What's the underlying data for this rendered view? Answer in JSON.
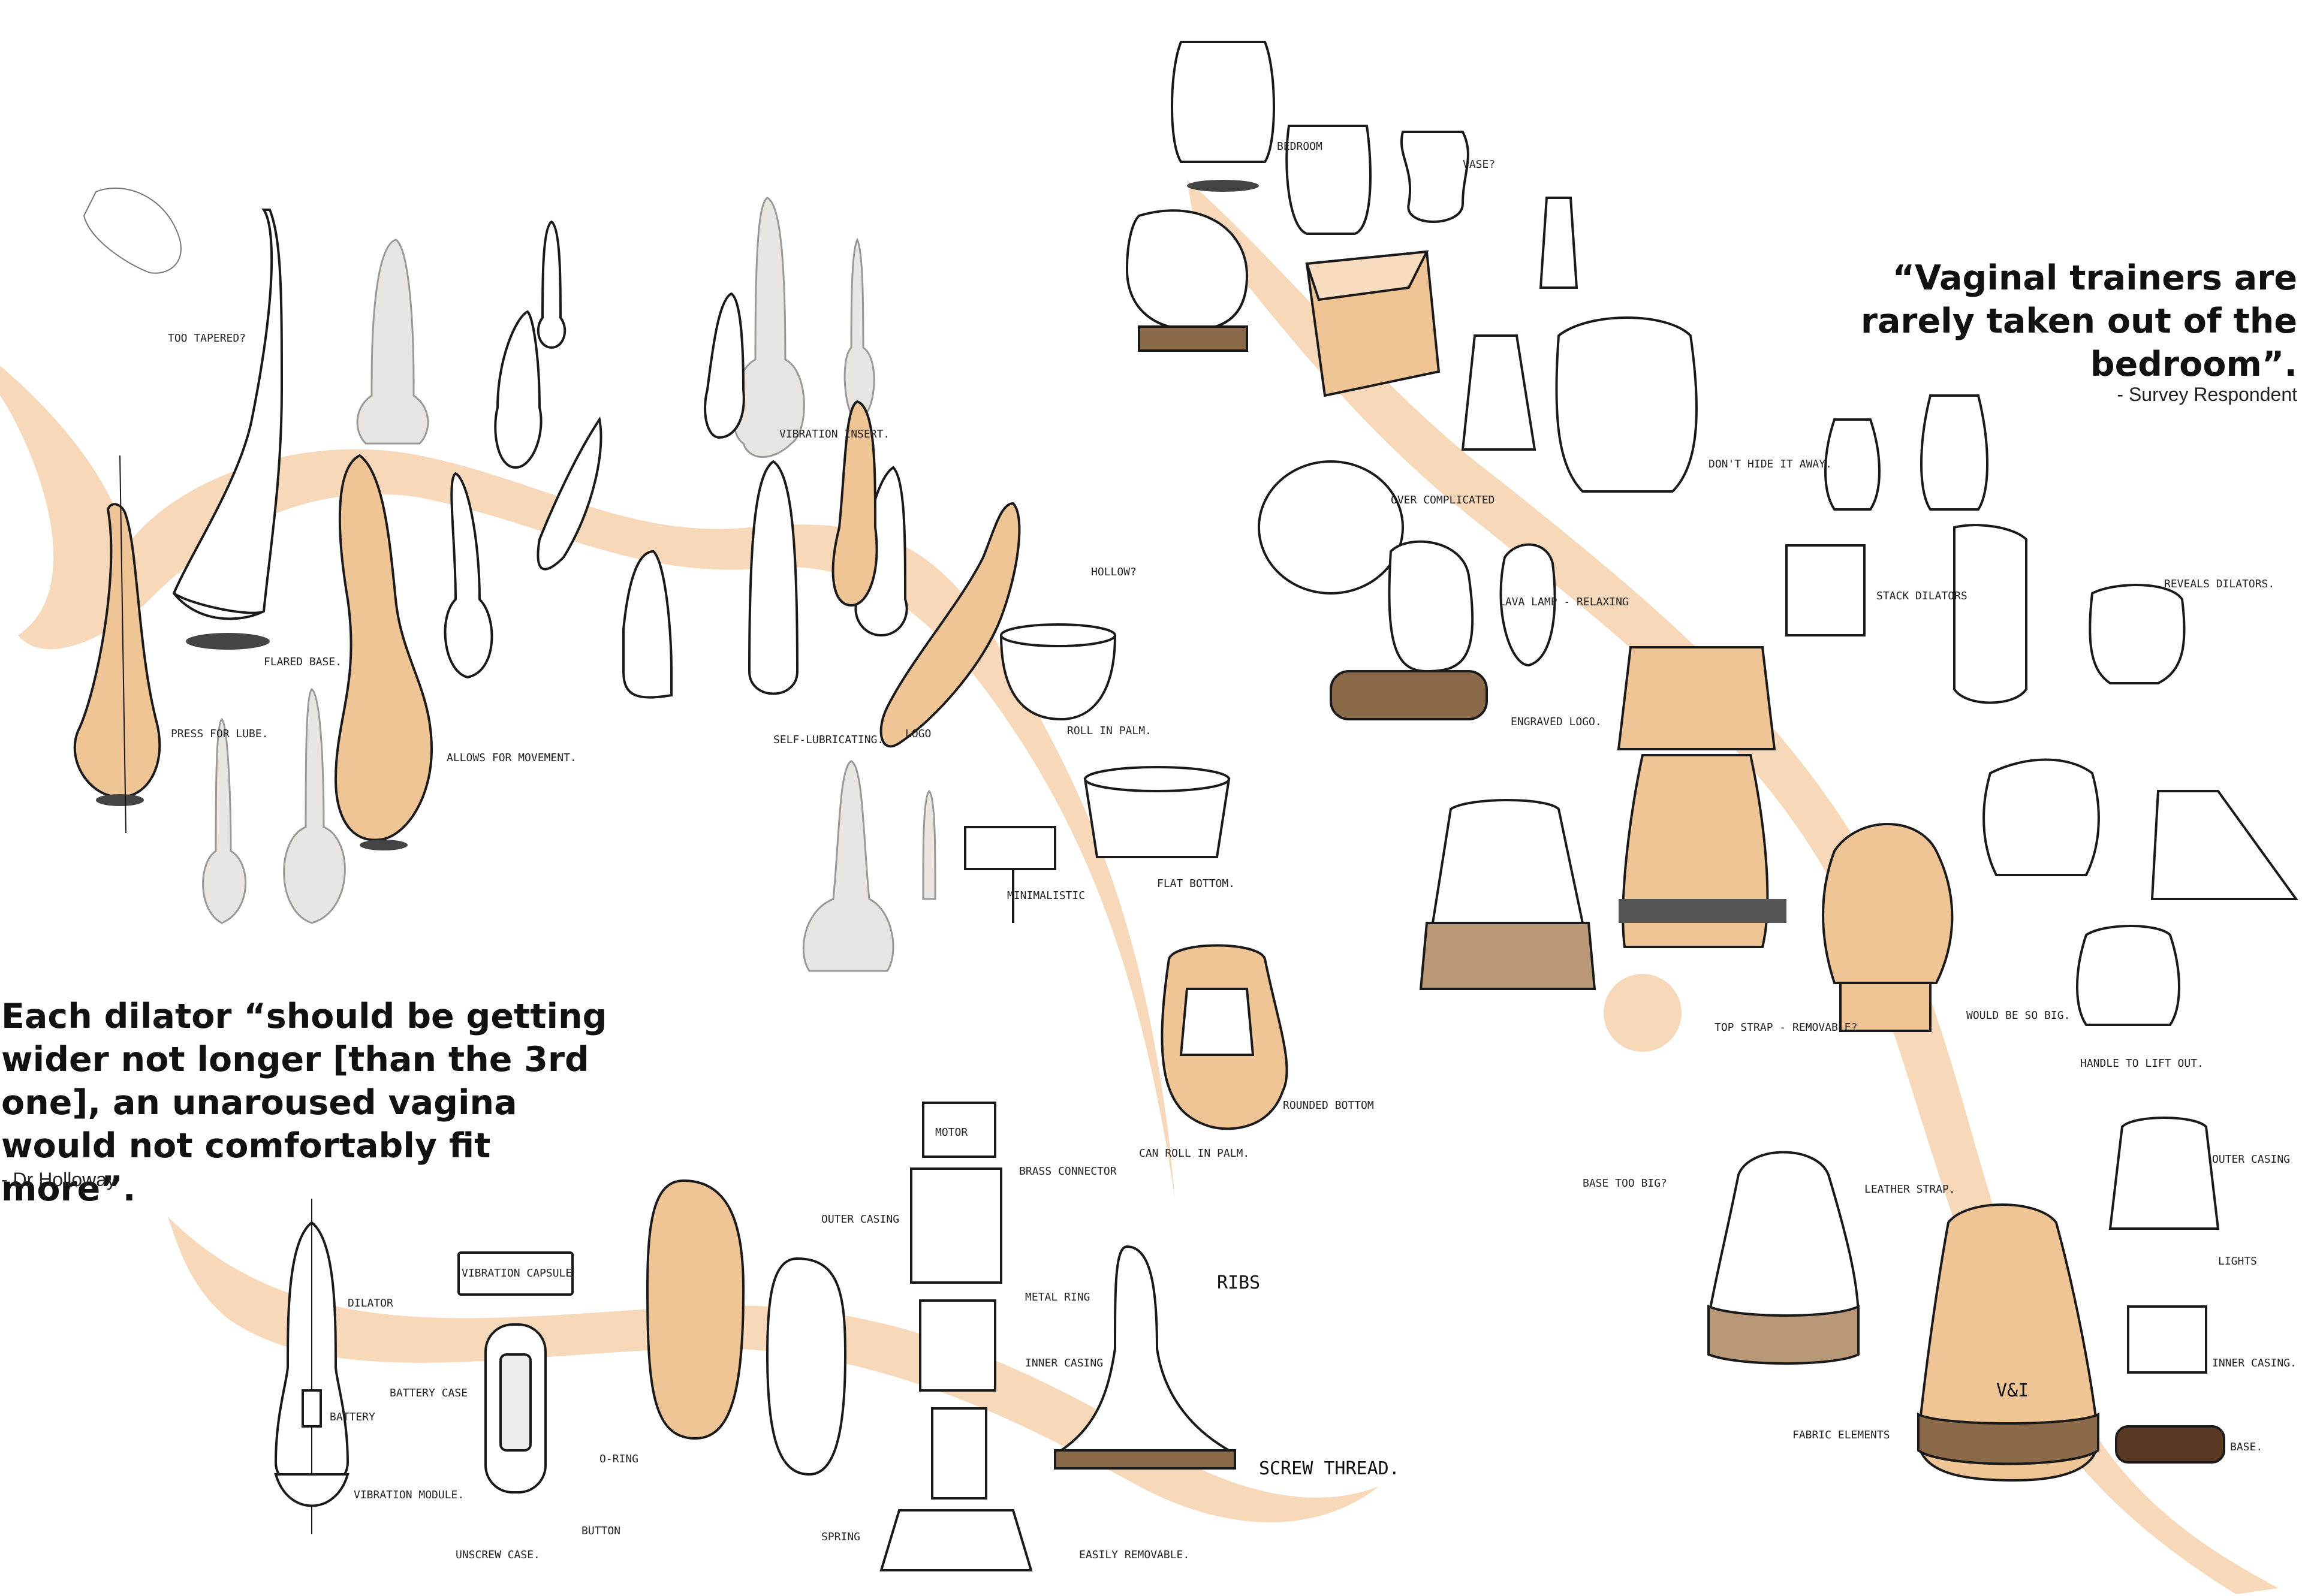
{
  "quotes": {
    "left": {
      "text": "Each dilator “should be getting wider not longer [than the 3rd one], an unaroused vagina would not comfortably fit more”.",
      "attribution": "- Dr Holloway"
    },
    "right": {
      "text": "“Vaginal trainers are rarely taken out of the bedroom”.",
      "attribution": "- Survey Respondent"
    }
  },
  "sketch_labels": {
    "too_tapered": "TOO TAPERED?",
    "flared_base": "FLARED BASE.",
    "press_for_lube": "PRESS FOR LUBE.",
    "allows_for_movement": "ALLOWS FOR MOVEMENT.",
    "vibration_insert": "VIBRATION INSERT.",
    "self_lubricating": "SELF-LUBRICATING.",
    "hollow": "HOLLOW?",
    "roll_in_palm": "ROLL IN PALM.",
    "minimalistic": "MINIMALISTIC",
    "flat_bottom": "FLAT BOTTOM.",
    "rounded_bottom": "ROUNDED BOTTOM",
    "can_roll_in_palm": "CAN ROLL IN PALM.",
    "logo": "LOGO",
    "dilator": "DILATOR",
    "battery": "BATTERY",
    "vibration_module": "VIBRATION MODULE.",
    "vibration_capsule": "VIBRATION CAPSULE",
    "battery_case": "BATTERY CASE",
    "o_ring": "O-RING",
    "button": "BUTTON",
    "unscrew_case": "UNSCREW CASE.",
    "motor": "MOTOR",
    "brass_connector": "BRASS CONNECTOR",
    "outer_casing": "OUTER CASING",
    "metal_ring": "METAL RING",
    "inner_casing": "INNER CASING",
    "spring": "SPRING",
    "ribs": "RIBS",
    "screw_thread": "SCREW THREAD.",
    "easily_removable": "EASILY REMOVABLE.",
    "bedroom": "BEDROOM",
    "vase": "VASE?",
    "dont_hide_it_away": "DON'T HIDE IT AWAY.",
    "over_complicated": "OVER COMPLICATED",
    "lava_lamp": "LAVA LAMP - RELAXING",
    "engraved_logo": "ENGRAVED LOGO.",
    "stack_dilators": "STACK DILATORS",
    "reveals_dilators": "REVEALS DILATORS.",
    "top_strap": "TOP STRAP - REMOVABLE?",
    "would_be_so_big": "WOULD BE SO BIG.",
    "handle_to_lift_out": "HANDLE TO LIFT OUT.",
    "base_too_big": "BASE TOO BIG?",
    "leather_strap": "LEATHER STRAP.",
    "fabric_elements": "FABRIC ELEMENTS",
    "outer_casing_2": "OUTER CASING",
    "lights": "LIGHTS",
    "inner_casing_2": "INNER CASING.",
    "base": "BASE.",
    "brand_mark": "V&I"
  },
  "colors": {
    "accent": "#f2c9a1",
    "fill": "#efc596",
    "ink": "#1a1a1a",
    "wood": "#8a6a48"
  }
}
